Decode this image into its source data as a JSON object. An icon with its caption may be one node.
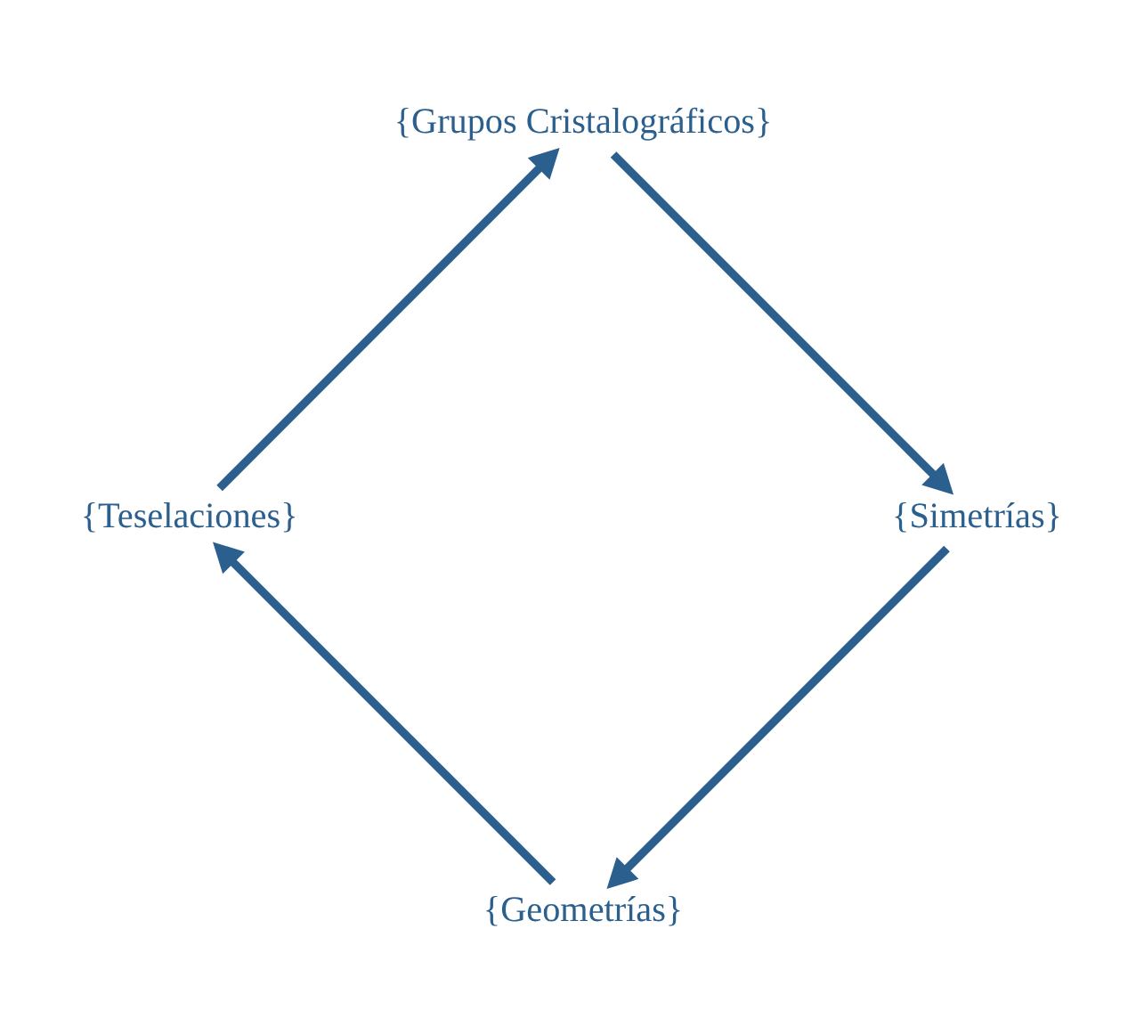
{
  "diagram": {
    "nodes": [
      {
        "text": [
          "{Geometrías}"
        ]
      },
      {
        "text": [
          "{Teselaciones}"
        ]
      },
      {
        "text": [
          "{Grupos Cristalográficos}"
        ]
      },
      {
        "text": [
          "{Simetrías}"
        ]
      }
    ],
    "edges": [
      {
        "from": 0,
        "to": 1,
        "arrow": "to"
      },
      {
        "from": 1,
        "to": 2,
        "arrow": "to"
      },
      {
        "from": 2,
        "to": 3,
        "arrow": "to"
      },
      {
        "from": 3,
        "to": 0,
        "arrow": "to"
      }
    ]
  }
}
